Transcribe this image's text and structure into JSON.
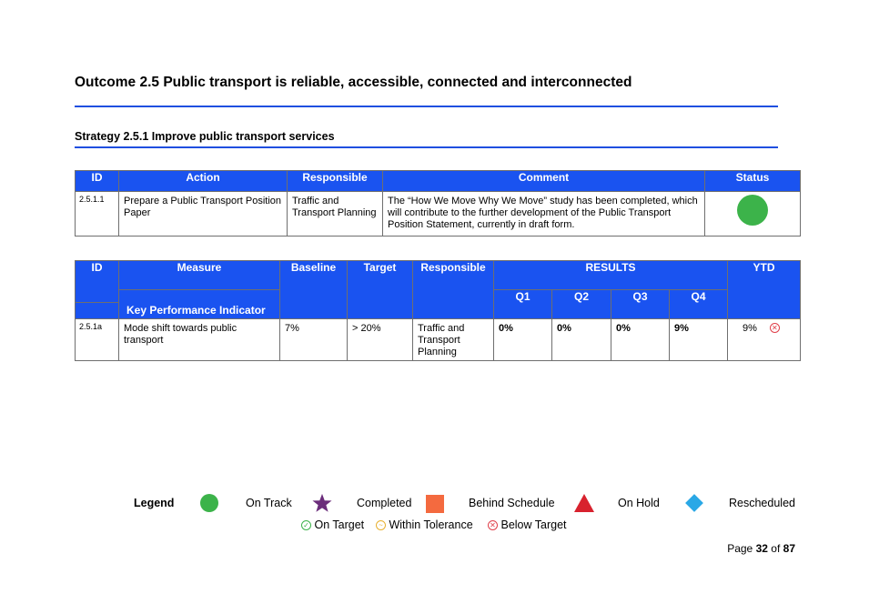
{
  "outcome": {
    "title": "Outcome 2.5 Public transport is reliable, accessible, connected and interconnected"
  },
  "strategy": {
    "title": "Strategy 2.5.1 Improve public transport services"
  },
  "action_table": {
    "headers": {
      "id": "ID",
      "action": "Action",
      "responsible": "Responsible",
      "comment": "Comment",
      "status": "Status"
    },
    "rows": [
      {
        "id": "2.5.1.1",
        "action": "Prepare a Public Transport Position Paper",
        "responsible": "Traffic and Transport Planning",
        "comment": "The “How We Move Why We Move” study has been completed, which will contribute to the further development of the Public Transport Position Statement, currently in draft form.",
        "status": "on-track",
        "status_color": "#3cb34a"
      }
    ]
  },
  "kpi_table": {
    "headers": {
      "id": "ID",
      "measure": "Measure",
      "baseline": "Baseline",
      "target": "Target",
      "responsible": "Responsible",
      "results": "RESULTS",
      "ytd": "YTD",
      "q1": "Q1",
      "q2": "Q2",
      "q3": "Q3",
      "q4": "Q4",
      "kpi": "Key Performance Indicator"
    },
    "rows": [
      {
        "id": "2.5.1a",
        "measure": "Mode shift towards public transport",
        "baseline": "7%",
        "target": "> 20%",
        "responsible": "Traffic and Transport Planning",
        "q1": "0%",
        "q2": "0%",
        "q3": "0%",
        "q4": "9%",
        "ytd": "9%",
        "ytd_status": "below-target"
      }
    ]
  },
  "legend": {
    "label": "Legend",
    "items": [
      "On Track",
      "Completed",
      "Behind Schedule",
      "On Hold",
      "Rescheduled"
    ],
    "targets": [
      "On Target",
      "Within Tolerance",
      "Below Target"
    ],
    "colors": {
      "on_track": "#3cb34a",
      "completed": "#6b2d7b",
      "behind": "#f46a3f",
      "on_hold": "#d8222e",
      "rescheduled": "#2aa8e6",
      "header_blue": "#1a53f0"
    }
  },
  "page": {
    "prefix": "Page",
    "current": "32",
    "sep": "of",
    "total": "87"
  }
}
